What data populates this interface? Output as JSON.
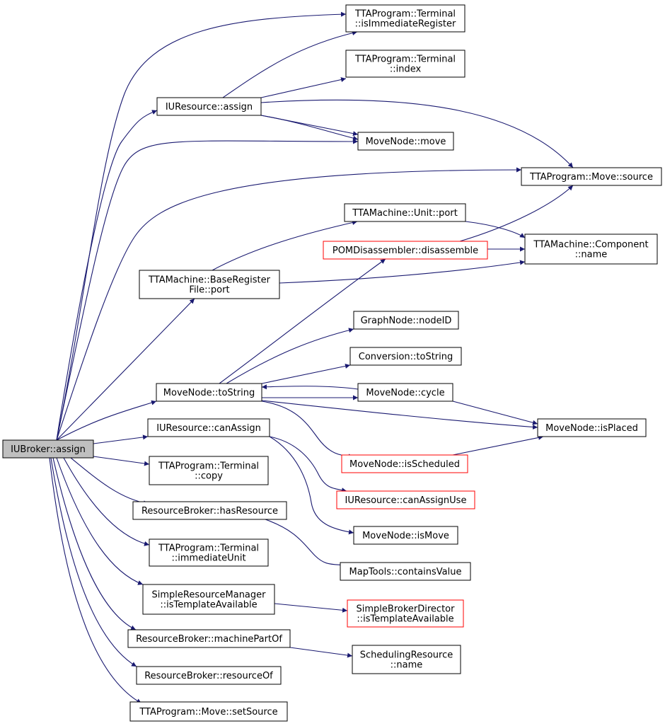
{
  "colors": {
    "edge": "#191970",
    "node_border": "#000000",
    "node_fill": "#ffffff",
    "root_fill": "#bfbfbf",
    "truncated_border": "#ff0000"
  },
  "nodes": {
    "iubroker_assign": {
      "lines": [
        "IUBroker::assign"
      ],
      "root": true
    },
    "terminal_isimm": {
      "lines": [
        "TTAProgram::Terminal",
        "::isImmediateRegister"
      ]
    },
    "terminal_index": {
      "lines": [
        "TTAProgram::Terminal",
        "::index"
      ]
    },
    "iuresource_assign": {
      "lines": [
        "IUResource::assign"
      ]
    },
    "movenode_move": {
      "lines": [
        "MoveNode::move"
      ]
    },
    "move_source": {
      "lines": [
        "TTAProgram::Move::source"
      ]
    },
    "unit_port": {
      "lines": [
        "TTAMachine::Unit::port"
      ]
    },
    "pom_disassemble": {
      "lines": [
        "POMDisassembler::disassemble"
      ],
      "truncated": true
    },
    "component_name": {
      "lines": [
        "TTAMachine::Component",
        "::name"
      ]
    },
    "baseregfile_port": {
      "lines": [
        "TTAMachine::BaseRegister",
        "File::port"
      ]
    },
    "graphnode_nodeid": {
      "lines": [
        "GraphNode::nodeID"
      ]
    },
    "conversion_tostring": {
      "lines": [
        "Conversion::toString"
      ]
    },
    "movenode_tostring": {
      "lines": [
        "MoveNode::toString"
      ]
    },
    "movenode_cycle": {
      "lines": [
        "MoveNode::cycle"
      ]
    },
    "iuresource_canassign": {
      "lines": [
        "IUResource::canAssign"
      ]
    },
    "movenode_isplaced": {
      "lines": [
        "MoveNode::isPlaced"
      ]
    },
    "movenode_isscheduled": {
      "lines": [
        "MoveNode::isScheduled"
      ],
      "truncated": true
    },
    "terminal_copy": {
      "lines": [
        "TTAProgram::Terminal",
        "::copy"
      ]
    },
    "iuresource_canassignuse": {
      "lines": [
        "IUResource::canAssignUse"
      ],
      "truncated": true
    },
    "broker_hasresource": {
      "lines": [
        "ResourceBroker::hasResource"
      ]
    },
    "movenode_ismove": {
      "lines": [
        "MoveNode::isMove"
      ]
    },
    "terminal_immunit": {
      "lines": [
        "TTAProgram::Terminal",
        "::immediateUnit"
      ]
    },
    "maptools_containsvalue": {
      "lines": [
        "MapTools::containsValue"
      ]
    },
    "srm_istemplateavailable": {
      "lines": [
        "SimpleResourceManager",
        "::isTemplateAvailable"
      ]
    },
    "sbd_istemplateavailable": {
      "lines": [
        "SimpleBrokerDirector",
        "::isTemplateAvailable"
      ],
      "truncated": true
    },
    "broker_machinepartof": {
      "lines": [
        "ResourceBroker::machinePartOf"
      ]
    },
    "schedres_name": {
      "lines": [
        "SchedulingResource",
        "::name"
      ]
    },
    "broker_resourceof": {
      "lines": [
        "ResourceBroker::resourceOf"
      ]
    },
    "move_setsource": {
      "lines": [
        "TTAProgram::Move::setSource"
      ]
    }
  }
}
